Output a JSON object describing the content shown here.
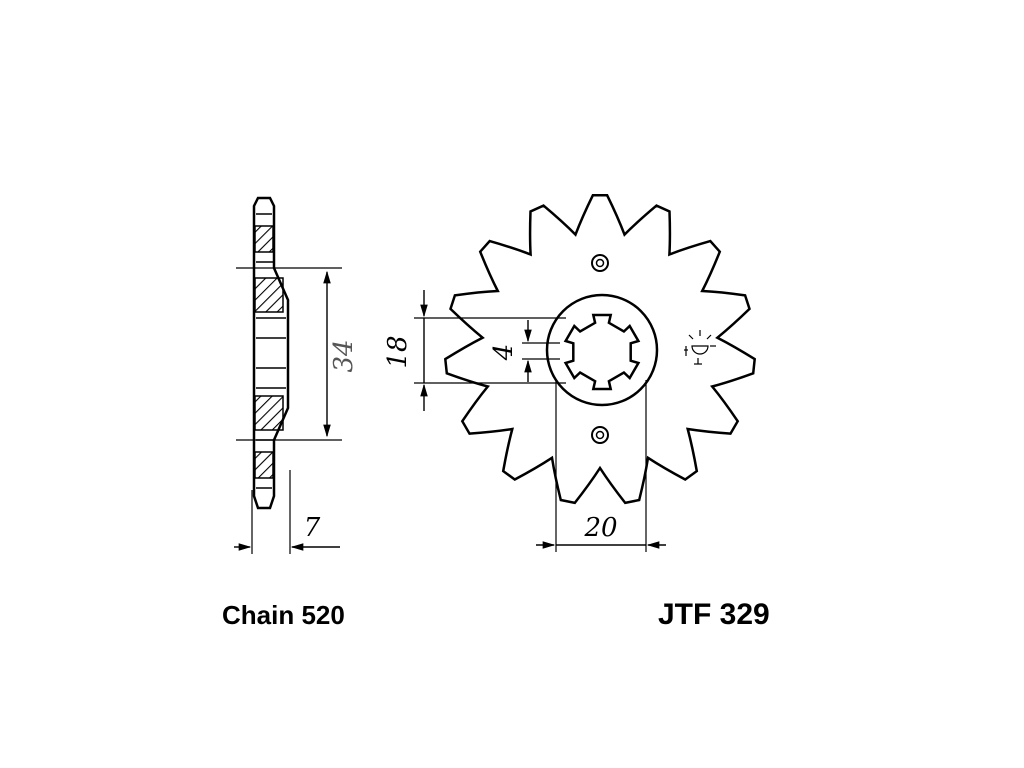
{
  "labels": {
    "chain": "Chain 520",
    "part_number": "JTF 329"
  },
  "dimensions": {
    "inner_diameter": "34",
    "spline_diameter": "18",
    "key_width": "4",
    "thickness": "7",
    "bolt_spacing": "20"
  },
  "sprocket": {
    "teeth": 15
  },
  "colors": {
    "ink": "#000000",
    "background": "#ffffff"
  }
}
